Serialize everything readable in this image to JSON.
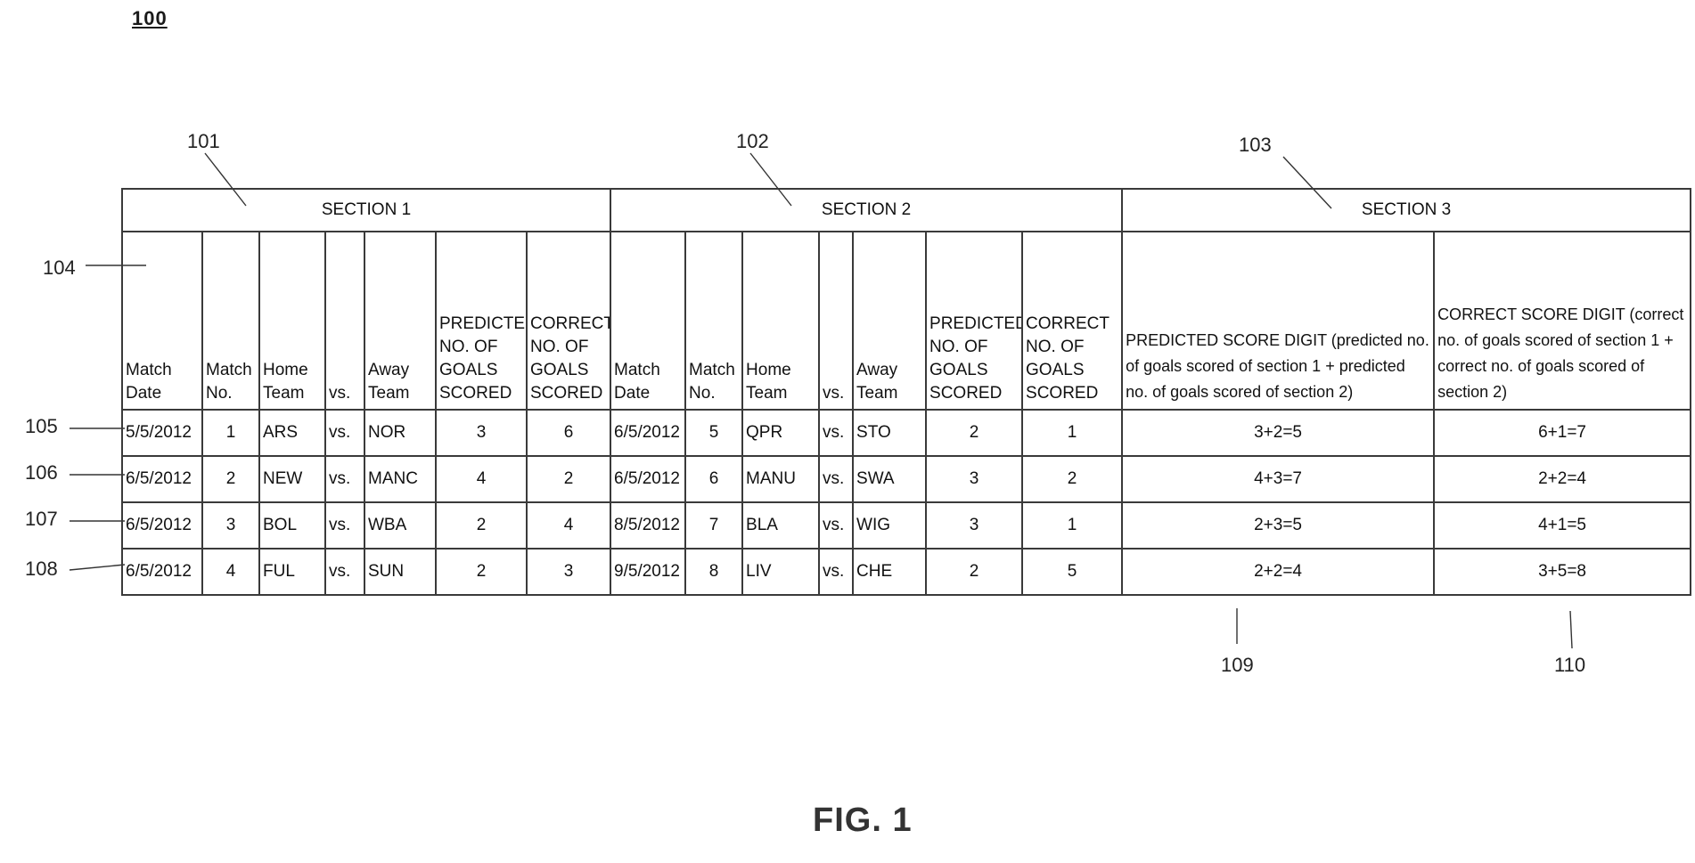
{
  "figure_number": "100",
  "caption": "FIG. 1",
  "ref_labels": {
    "section1": "101",
    "section2": "102",
    "section3": "103",
    "header_row": "104",
    "row1": "105",
    "row2": "106",
    "row3": "107",
    "row4": "108",
    "predicted_col": "109",
    "correct_col": "110"
  },
  "sections": [
    "SECTION 1",
    "SECTION 2",
    "SECTION 3"
  ],
  "headers": {
    "match_date": "Match Date",
    "match_no": "Match No.",
    "home_team": "Home Team",
    "vs": "vs.",
    "away_team": "Away Team",
    "predicted": "PREDICTED NO. OF GOALS SCORED",
    "correct": "CORRECT NO. OF GOALS SCORED",
    "predicted_digit": "PREDICTED SCORE DIGIT (predicted no. of goals scored of section 1 + predicted no. of goals scored of section 2)",
    "correct_digit": "CORRECT SCORE DIGIT (correct no. of goals scored of section 1 + correct no. of goals scored of section 2)"
  },
  "rows": [
    {
      "s1": {
        "date": "5/5/2012",
        "no": "1",
        "home": "ARS",
        "vs": "vs.",
        "away": "NOR",
        "pred": "3",
        "corr": "6"
      },
      "s2": {
        "date": "6/5/2012",
        "no": "5",
        "home": "QPR",
        "vs": "vs.",
        "away": "STO",
        "pred": "2",
        "corr": "1"
      },
      "s3": {
        "pred_digit": "3+2=5",
        "corr_digit": "6+1=7"
      }
    },
    {
      "s1": {
        "date": "6/5/2012",
        "no": "2",
        "home": "NEW",
        "vs": "vs.",
        "away": "MANC",
        "pred": "4",
        "corr": "2"
      },
      "s2": {
        "date": "6/5/2012",
        "no": "6",
        "home": "MANU",
        "vs": "vs.",
        "away": "SWA",
        "pred": "3",
        "corr": "2"
      },
      "s3": {
        "pred_digit": "4+3=7",
        "corr_digit": "2+2=4"
      }
    },
    {
      "s1": {
        "date": "6/5/2012",
        "no": "3",
        "home": "BOL",
        "vs": "vs.",
        "away": "WBA",
        "pred": "2",
        "corr": "4"
      },
      "s2": {
        "date": "8/5/2012",
        "no": "7",
        "home": "BLA",
        "vs": "vs.",
        "away": "WIG",
        "pred": "3",
        "corr": "1"
      },
      "s3": {
        "pred_digit": "2+3=5",
        "corr_digit": "4+1=5"
      }
    },
    {
      "s1": {
        "date": "6/5/2012",
        "no": "4",
        "home": "FUL",
        "vs": "vs.",
        "away": "SUN",
        "pred": "2",
        "corr": "3"
      },
      "s2": {
        "date": "9/5/2012",
        "no": "8",
        "home": "LIV",
        "vs": "vs.",
        "away": "CHE",
        "pred": "2",
        "corr": "5"
      },
      "s3": {
        "pred_digit": "2+2=4",
        "corr_digit": "3+5=8"
      }
    }
  ]
}
